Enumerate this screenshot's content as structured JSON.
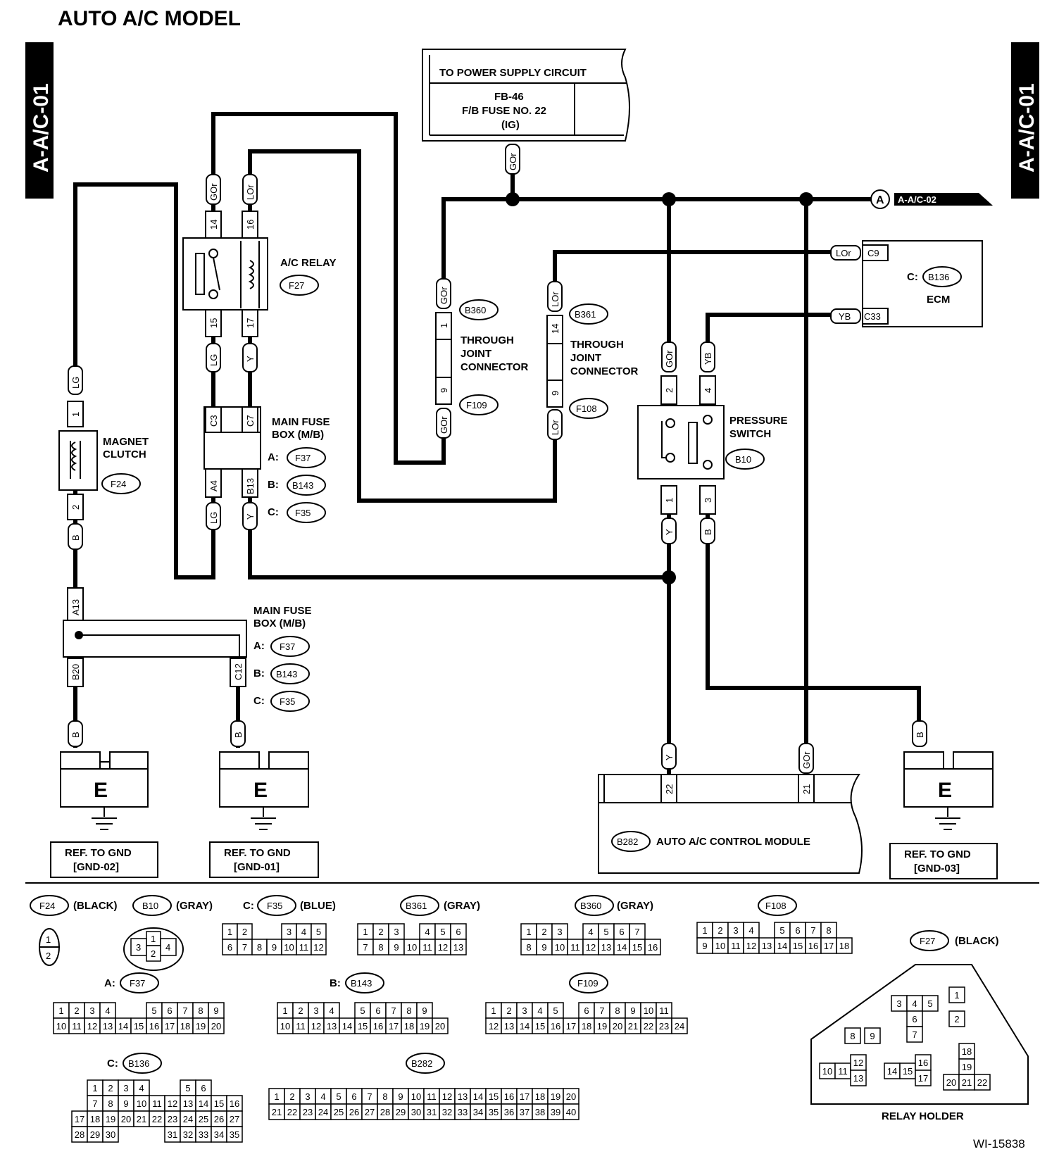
{
  "title": "AUTO A/C MODEL",
  "page_id_left": "A-A/C-01",
  "page_id_right": "A-A/C-01",
  "figure_id": "WI-15838",
  "power_supply": {
    "header": "TO POWER SUPPLY CIRCUIT",
    "line1": "FB-46",
    "line2": "F/B FUSE NO. 22",
    "line3": "(IG)"
  },
  "link_out": {
    "letter": "A",
    "target": "A-A/C-02"
  },
  "components": {
    "ac_relay": {
      "label": "A/C RELAY",
      "conn": "F27"
    },
    "ecm": {
      "label": "ECM",
      "prefix": "C:",
      "conn": "B136",
      "pin_a": "C9",
      "pin_b": "C33"
    },
    "jc_b360": {
      "conn": "B360",
      "conn2": "F109",
      "label1": "THROUGH",
      "label2": "JOINT",
      "label3": "CONNECTOR",
      "pin_top": "1",
      "pin_bot": "9"
    },
    "jc_b361": {
      "conn": "B361",
      "conn2": "F108",
      "label1": "THROUGH",
      "label2": "JOINT",
      "label3": "CONNECTOR",
      "pin_top": "14",
      "pin_bot": "9"
    },
    "pressure_switch": {
      "label1": "PRESSURE",
      "label2": "SWITCH",
      "conn": "B10"
    },
    "magnet_clutch": {
      "label1": "MAGNET",
      "label2": "CLUTCH",
      "conn": "F24"
    },
    "main_fuse_box_1": {
      "label1": "MAIN FUSE",
      "label2": "BOX (M/B)",
      "a": "F37",
      "b": "B143",
      "c": "F35"
    },
    "main_fuse_box_2": {
      "label1": "MAIN FUSE",
      "label2": "BOX (M/B)",
      "a": "F37",
      "b": "B143",
      "c": "F35"
    },
    "control_module": {
      "conn": "B282",
      "label": "AUTO A/C CONTROL MODULE",
      "pin22": "22",
      "pin21": "21"
    }
  },
  "prefixes": {
    "a": "A:",
    "b": "B:",
    "c": "C:"
  },
  "wire_colors": {
    "gor": "GOr",
    "lor": "LOr",
    "lg": "LG",
    "y": "Y",
    "b": "B",
    "yb": "YB"
  },
  "pins": {
    "relay_14": "14",
    "relay_16": "16",
    "relay_15": "15",
    "relay_17": "17",
    "mb_c3": "C3",
    "mb_c7": "C7",
    "mb_a4": "A4",
    "mb_b13": "B13",
    "ps_2": "2",
    "ps_4": "4",
    "ps_1": "1",
    "ps_3": "3",
    "clutch_1": "1",
    "clutch_2": "2",
    "mb2_a13": "A13",
    "mb2_b20": "B20",
    "mb2_c12": "C12"
  },
  "grounds": [
    {
      "letter": "E",
      "ref1": "REF. TO GND",
      "ref2": "[GND-02]"
    },
    {
      "letter": "E",
      "ref1": "REF. TO GND",
      "ref2": "[GND-01]"
    },
    {
      "letter": "E",
      "ref1": "REF. TO GND",
      "ref2": "[GND-03]"
    }
  ],
  "legend": {
    "f24": {
      "id": "F24",
      "color": "(BLACK)"
    },
    "b10": {
      "id": "B10",
      "color": "(GRAY)"
    },
    "f35": {
      "prefix": "C:",
      "id": "F35",
      "color": "(BLUE)"
    },
    "b361": {
      "id": "B361",
      "color": "(GRAY)"
    },
    "b360": {
      "id": "B360",
      "color": "(GRAY)"
    },
    "f108": {
      "id": "F108"
    },
    "f37": {
      "prefix": "A:",
      "id": "F37"
    },
    "b143": {
      "prefix": "B:",
      "id": "B143"
    },
    "f109": {
      "id": "F109"
    },
    "b136": {
      "prefix": "C:",
      "id": "B136"
    },
    "b282": {
      "id": "B282"
    },
    "f27": {
      "id": "F27",
      "color": "(BLACK)",
      "caption": "RELAY HOLDER"
    }
  }
}
